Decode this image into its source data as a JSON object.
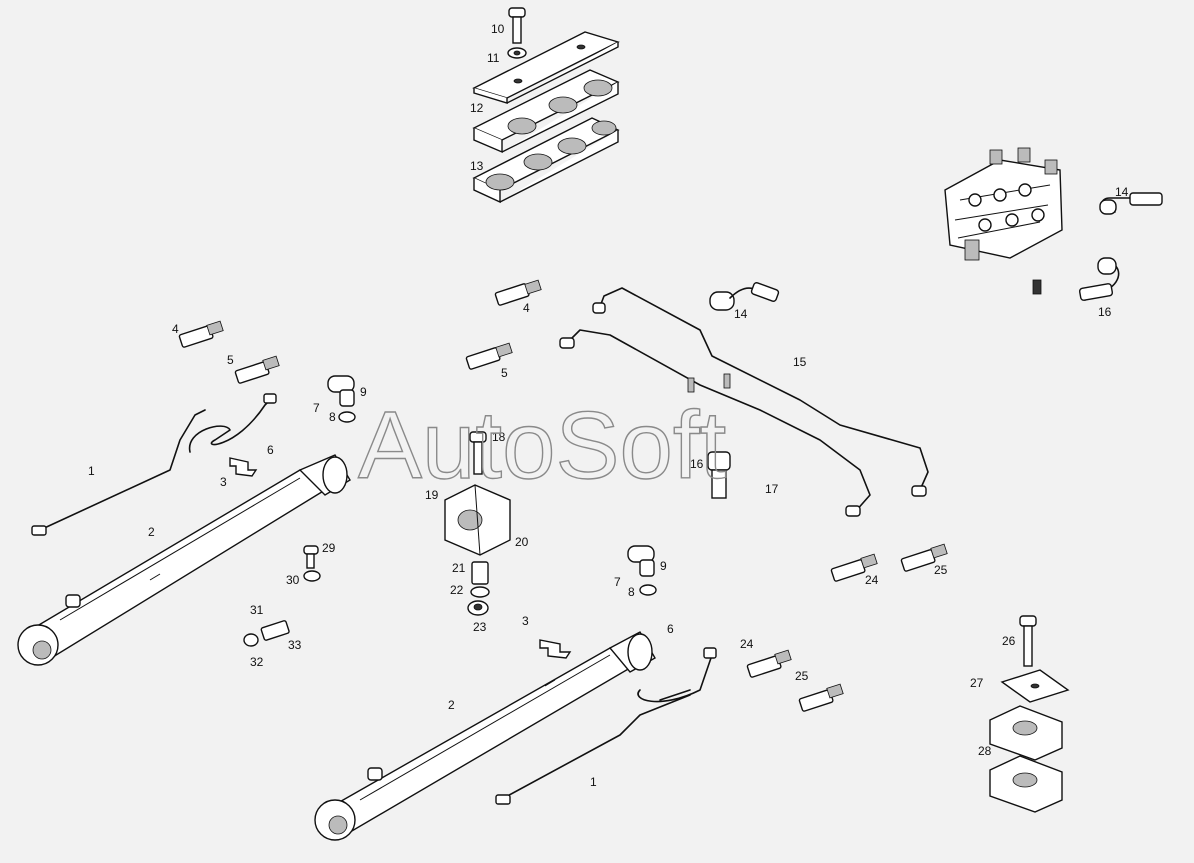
{
  "watermark": "AutoSoft",
  "labels": {
    "l1a": "1",
    "l1b": "1",
    "l2a": "2",
    "l2b": "2",
    "l3a": "3",
    "l3b": "3",
    "l4a": "4",
    "l4b": "4",
    "l5a": "5",
    "l5b": "5",
    "l6a": "6",
    "l6b": "6",
    "l7a": "7",
    "l7b": "7",
    "l8a": "8",
    "l8b": "8",
    "l9a": "9",
    "l9b": "9",
    "l10": "10",
    "l11": "11",
    "l12": "12",
    "l13": "13",
    "l14a": "14",
    "l14b": "14",
    "l15": "15",
    "l16a": "16",
    "l16b": "16",
    "l17": "17",
    "l18": "18",
    "l19": "19",
    "l20": "20",
    "l21": "21",
    "l22": "22",
    "l23": "23",
    "l24a": "24",
    "l24b": "24",
    "l25a": "25",
    "l25b": "25",
    "l26": "26",
    "l27": "27",
    "l28": "28",
    "l29": "29",
    "l30": "30",
    "l31": "31",
    "l32": "32",
    "l33": "33"
  }
}
